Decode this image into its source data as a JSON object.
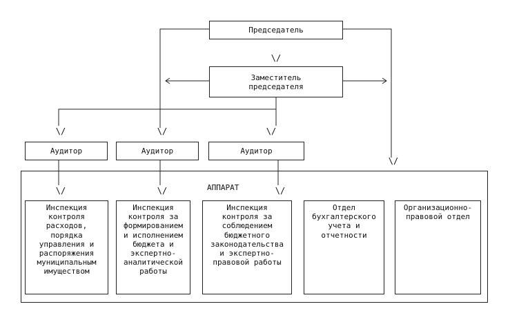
{
  "chairman": "Председатель",
  "deputy": "Заместитель\nпредседателя",
  "auditors": [
    "Аудитор",
    "Аудитор",
    "Аудитор"
  ],
  "apparatus": "АППАРАТ",
  "departments": [
    "Инспекция\nконтроля\nрасходов,\nпорядка\nуправления и\nраспоряжения\nмуниципальным\nимуществом",
    "Инспекция\nконтроля за\nформированием\nи исполнением\nбюджета и\nэкспертно-\nаналитической\nработы",
    "Инспекция\nконтроля за\nсоблюдением\nбюджетного\nзаконодательства\nи экспертно-\nправовой работы",
    "Отдел\nбухгалтерского\nучета и\nотчетности",
    "Организационно-\nправовой отдел"
  ],
  "arrow_glyph": "\\/"
}
